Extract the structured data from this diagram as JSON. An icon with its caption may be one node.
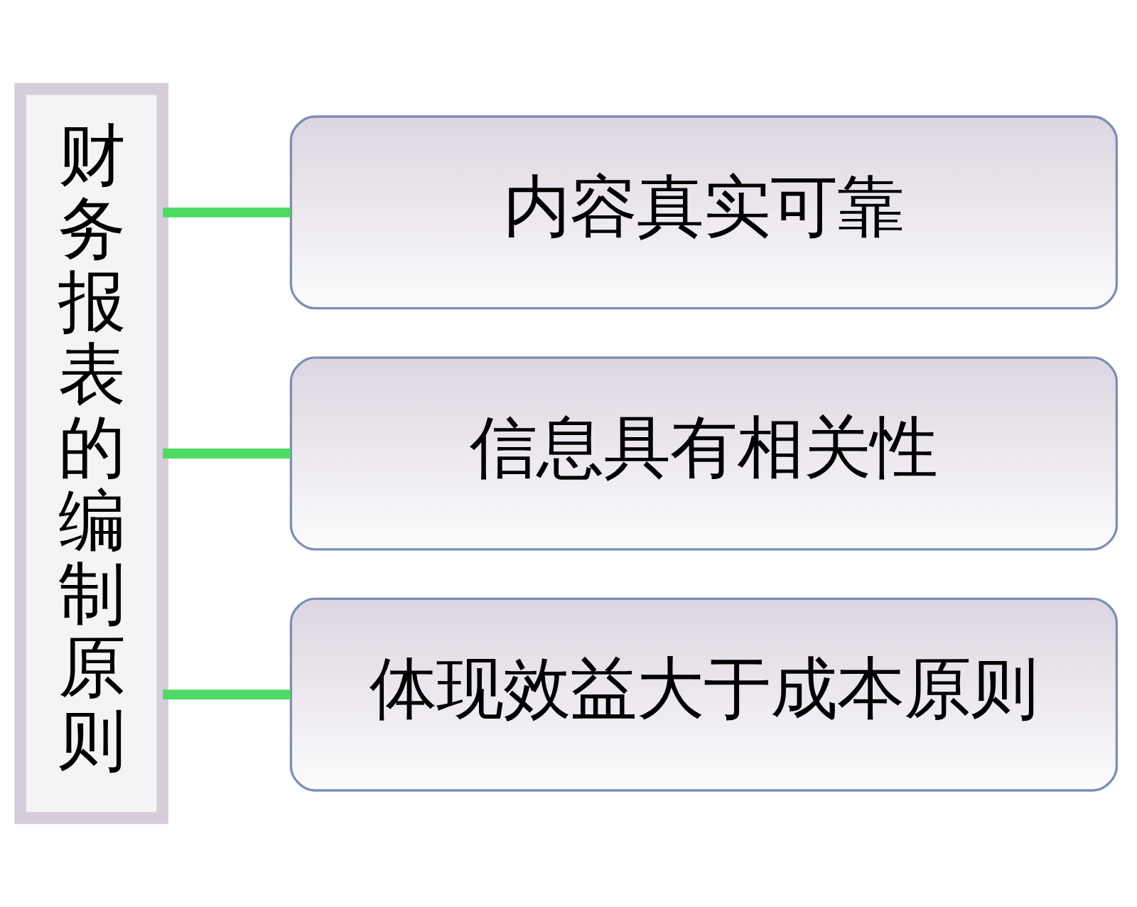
{
  "diagram": {
    "nodes": [
      {
        "text": [
          "财务报表的编制原则"
        ]
      },
      {
        "text": [
          "内容真实可靠"
        ]
      },
      {
        "text": [
          "信息具有相关性"
        ]
      },
      {
        "text": [
          "体现效益大于成本原则"
        ]
      }
    ],
    "edges": [
      {
        "from": 0,
        "to": 1,
        "arrow": "none"
      },
      {
        "from": 0,
        "to": 2,
        "arrow": "none"
      },
      {
        "from": 0,
        "to": 3,
        "arrow": "none"
      }
    ]
  }
}
